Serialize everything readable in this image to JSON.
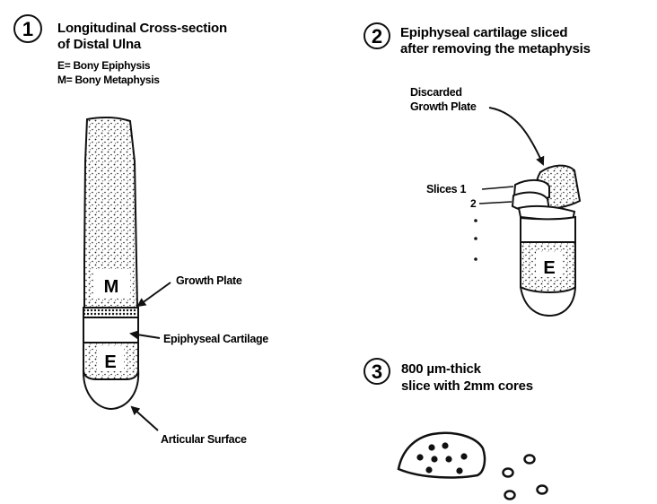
{
  "panel1": {
    "number": "1",
    "title_line1": "Longitudinal Cross-section",
    "title_line2": "of Distal Ulna",
    "legend_e": "E= Bony Epiphysis",
    "legend_m": "M= Bony Metaphysis",
    "region_m": "M",
    "region_e": "E",
    "label_growth_plate": "Growth Plate",
    "label_epiphyseal_cartilage": "Epiphyseal Cartilage",
    "label_articular_surface": "Articular Surface"
  },
  "panel2": {
    "number": "2",
    "title_line1": "Epiphyseal cartilage sliced",
    "title_line2": "after removing the metaphysis",
    "label_discarded_line1": "Discarded",
    "label_discarded_line2": "Growth Plate",
    "label_slices": "Slices 1",
    "slice_2": "2",
    "region_e": "E"
  },
  "panel3": {
    "number": "3",
    "title_line1": "800 µm-thick",
    "title_line2": "slice with 2mm cores"
  }
}
